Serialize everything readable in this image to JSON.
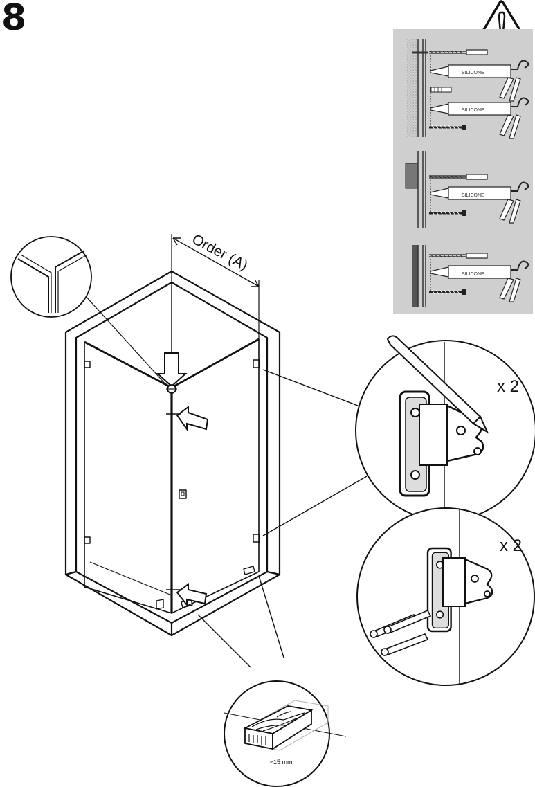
{
  "step": {
    "number": "8"
  },
  "warning": {
    "icon": "warning-triangle-icon"
  },
  "silicone_panel": {
    "background": "#cfcfcf",
    "tube_label": "SILICONE",
    "labels": [
      "SILICONE",
      "SILICONE",
      "SILICONE",
      "SILICONE"
    ]
  },
  "dimension": {
    "label": "Order (A)"
  },
  "callouts": {
    "top_bracket_qty": "x 2",
    "bottom_bracket_qty": "x 2",
    "wood_block_size": "≈15 mm"
  }
}
